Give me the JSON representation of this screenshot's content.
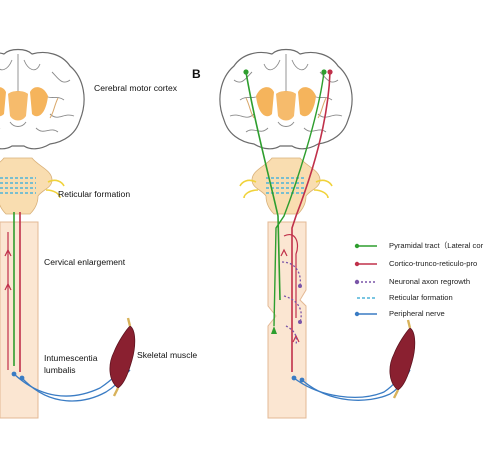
{
  "panel_b": {
    "letter": "B"
  },
  "labels": {
    "cortex": "Cerebral motor cortex",
    "reticular": "Reticular formation",
    "cervical": "Cervical enlargement",
    "lumbalis_1": "Intumescentia",
    "lumbalis_2": "lumbalis",
    "muscle": "Skeletal muscle"
  },
  "legend": [
    {
      "text": "Pyramidal tract（Lateral cor",
      "color": "#2e9e2e",
      "style": "solid-dot"
    },
    {
      "text": "Cortico-trunco-reticulo-pro",
      "color": "#c0304a",
      "style": "solid-dot"
    },
    {
      "text": "Neuronal axon regrowth",
      "color": "#7a55a8",
      "style": "dotted-dot"
    },
    {
      "text": "Reticular formation",
      "color": "#4fb3d9",
      "style": "dashed"
    },
    {
      "text": "Peripheral nerve",
      "color": "#3a7cc4",
      "style": "solid-dot"
    }
  ],
  "colors": {
    "pyramidal": "#2e9e2e",
    "reticulo": "#c0304a",
    "regrowth": "#7a55a8",
    "reticular": "#4fb3d9",
    "nerve": "#3a7cc4",
    "cord_fill": "#fbe6d2",
    "cord_stroke": "#e3b894",
    "brain_stroke": "#6b6b6b",
    "basal_ganglia": "#f5b45c",
    "brainstem": "#f9ddb0",
    "muscle": "#8a2030"
  }
}
